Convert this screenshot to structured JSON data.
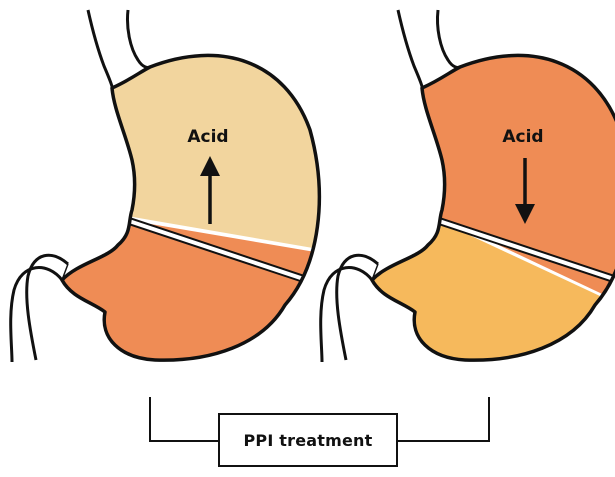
{
  "diagram": {
    "left_stomach": {
      "label": "Acid",
      "arrow_direction": "up",
      "upper_fill": "#F2D59E",
      "lower_fill": "#EF8C55"
    },
    "right_stomach": {
      "label": "Acid",
      "arrow_direction": "down",
      "upper_fill": "#EF8C55",
      "lower_fill": "#F6B95C"
    },
    "treatment": {
      "label": "PPI treatment"
    },
    "colors": {
      "outline": "#111111",
      "divider": "#ffffff",
      "background": "#ffffff"
    }
  }
}
